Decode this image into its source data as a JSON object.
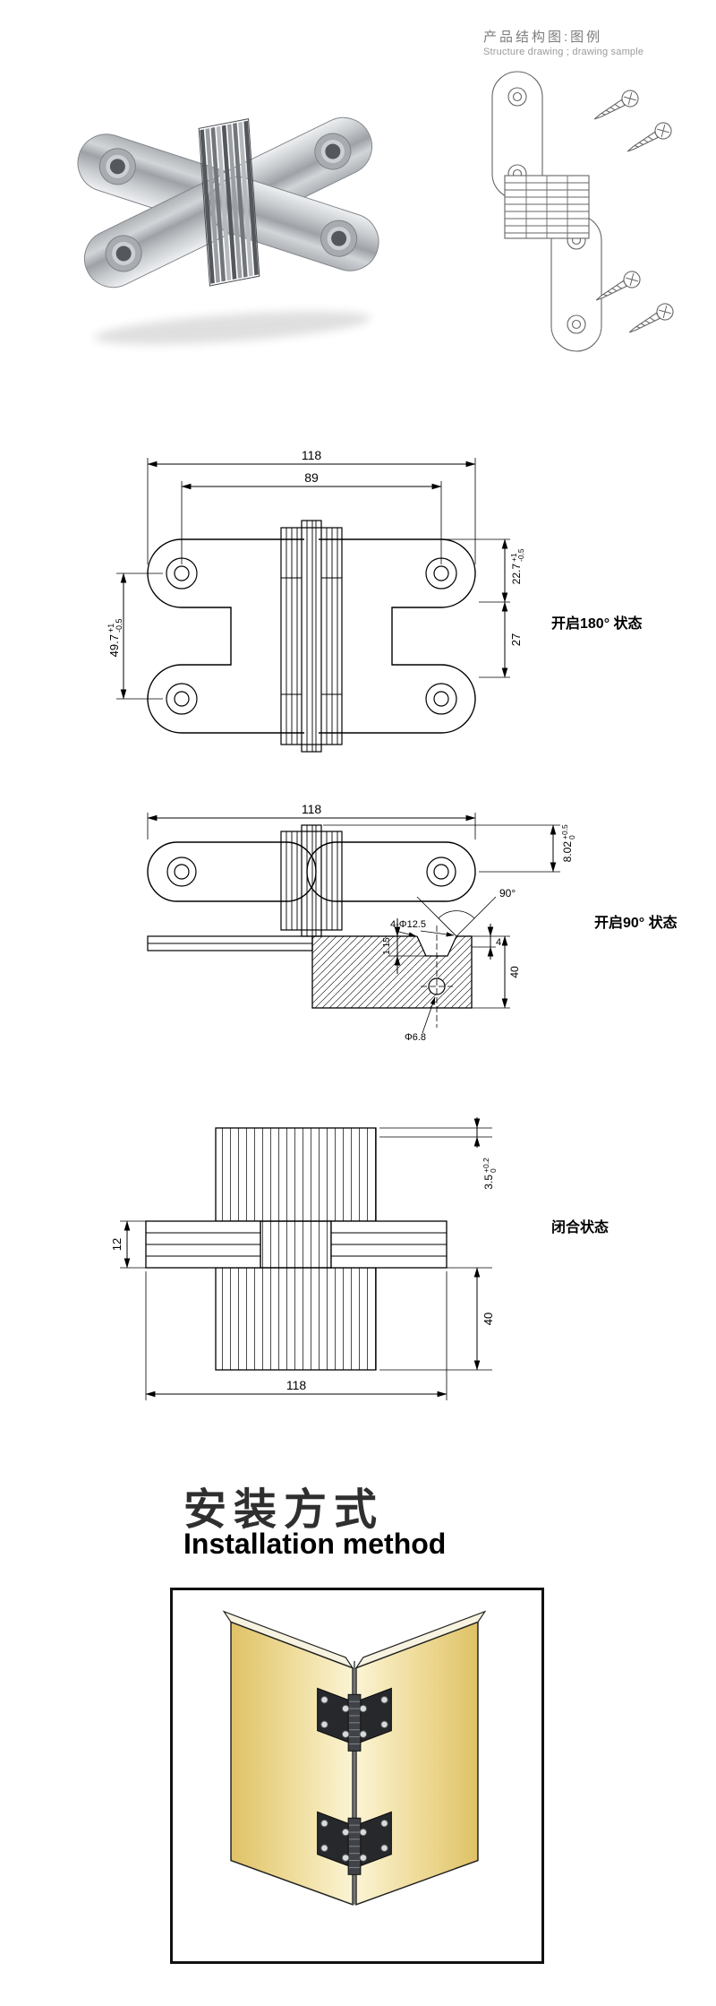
{
  "header": {
    "title_cn": "产品结构图:图例",
    "title_en": "Structure drawing ; drawing sample"
  },
  "drawing_180": {
    "label": "开启180° 状态",
    "dim_total_width": "118",
    "dim_hole_span": "89",
    "dim_left_main": "49.7",
    "dim_left_tol_upper": "+1",
    "dim_left_tol_lower": "-0.5",
    "dim_right_main": "22.7",
    "dim_right_tol_upper": "+1",
    "dim_right_tol_lower": "-0.5",
    "dim_right_lower": "27"
  },
  "drawing_90": {
    "label": "开启90° 状态",
    "dim_total_width": "118",
    "dim_gap_main": "8.02",
    "dim_gap_tol_upper": "+0.5",
    "dim_gap_tol_lower": "0",
    "dim_angle": "90°",
    "dim_holes": "4-Φ12.5",
    "dim_hole_dia": "Φ6.8",
    "dim_lip": "1.15",
    "dim_edge": "4",
    "dim_depth": "40"
  },
  "drawing_closed": {
    "label": "闭合状态",
    "dim_plate": "12",
    "dim_gap_main": "3.5",
    "dim_gap_tol_upper": "+0.2",
    "dim_gap_tol_lower": "0",
    "dim_depth": "40",
    "dim_total_width": "118"
  },
  "installation": {
    "title_cn": "安装方式",
    "title_en": "Installation method"
  },
  "colors": {
    "panel_gold": "#e6cd74",
    "metal_gray": "#c2c6ca",
    "line_black": "#000000"
  }
}
